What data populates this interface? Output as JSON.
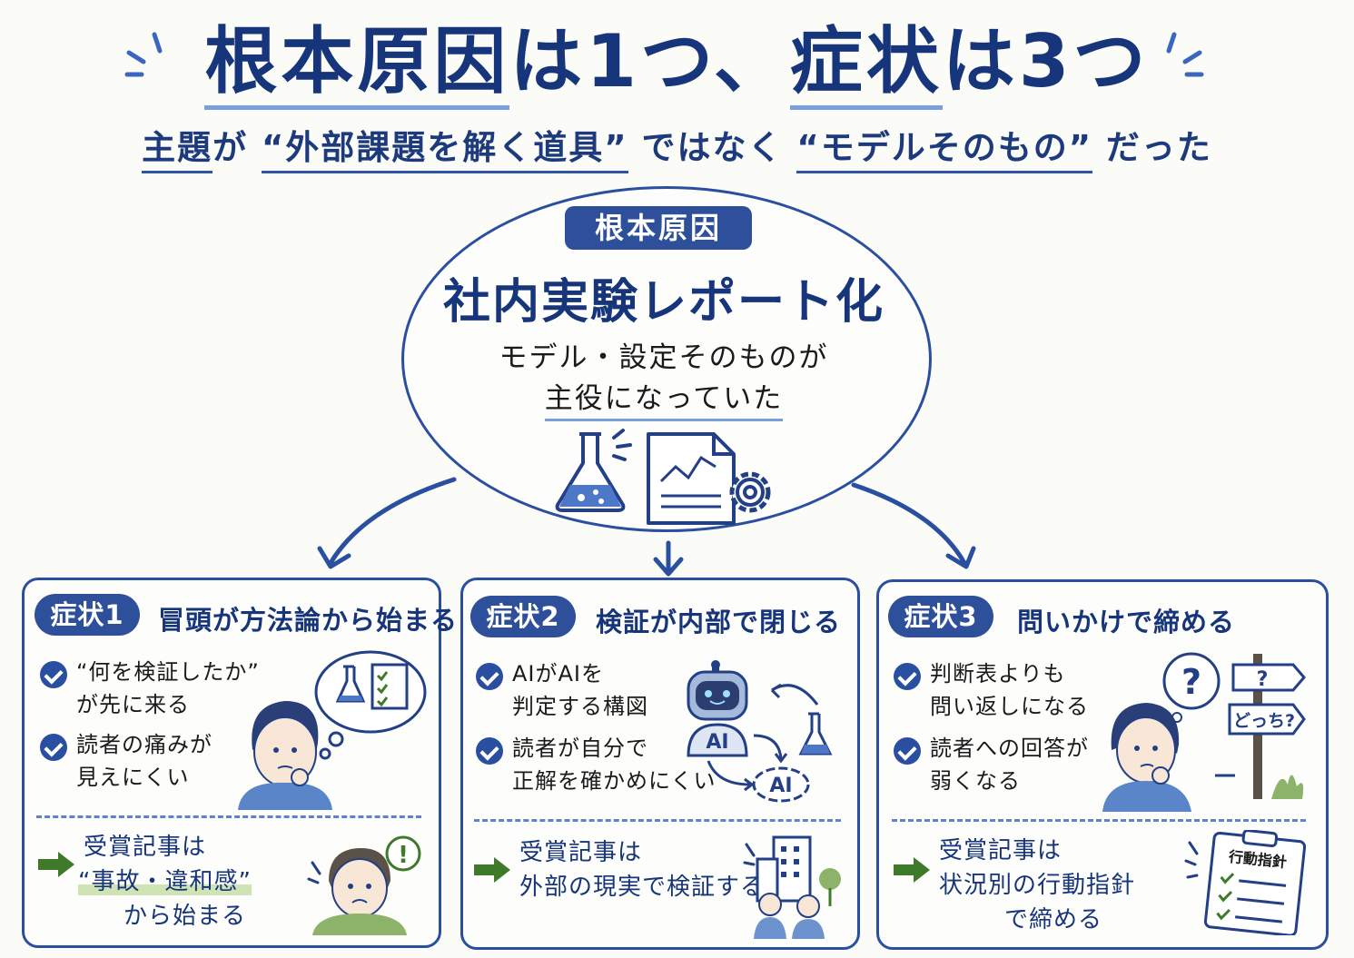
{
  "header": {
    "title_part1": "根本原因",
    "title_part2": "は1つ、",
    "title_part3": "症状",
    "title_part4": "は3つ",
    "subtitle_part1": "主題",
    "subtitle_part2": "が",
    "subtitle_part3": "“外部課題を解く道具”",
    "subtitle_part4": "ではなく",
    "subtitle_part5": "“モデルそのもの”",
    "subtitle_part6": "だった"
  },
  "root": {
    "badge": "根本原因",
    "title": "社内実験レポート化",
    "line1": "モデル・設定そのものが",
    "line2": "主役になっていた"
  },
  "symptoms": [
    {
      "badge": "症状1",
      "title": "冒頭が方法論から始まる",
      "bullets": [
        {
          "line1": "“何を検証したか”",
          "line2": "が先に来る"
        },
        {
          "line1": "読者の痛みが",
          "line2": "見えにくい"
        }
      ],
      "award_line1": "受賞記事は",
      "award_line2": "“事故・違和感”",
      "award_line3": "から始まる"
    },
    {
      "badge": "症状2",
      "title": "検証が内部で閉じる",
      "bullets": [
        {
          "line1": "AIがAIを",
          "line2": "判定する構図"
        },
        {
          "line1": "読者が自分で",
          "line2": "正解を確かめにくい"
        }
      ],
      "ai_label1": "AI",
      "ai_label2": "AI",
      "award_line1": "受賞記事は",
      "award_line2": "外部の現実で検証する"
    },
    {
      "badge": "症状3",
      "title": "問いかけで締める",
      "bullets": [
        {
          "line1": "判断表よりも",
          "line2": "問い返しになる"
        },
        {
          "line1": "読者への回答が",
          "line2": "弱くなる"
        }
      ],
      "question_mark": "?",
      "sign_top": "?",
      "sign_bottom": "どっち?",
      "clipboard_title": "行動指針",
      "award_line1": "受賞記事は",
      "award_line2": "状況別の行動指針",
      "award_line3": "で締める"
    }
  ],
  "colors": {
    "navy": "#17357a",
    "border_blue": "#2a4fa0",
    "accent_green": "#3f7a2a",
    "underline_blue": "#7aa0dc"
  }
}
